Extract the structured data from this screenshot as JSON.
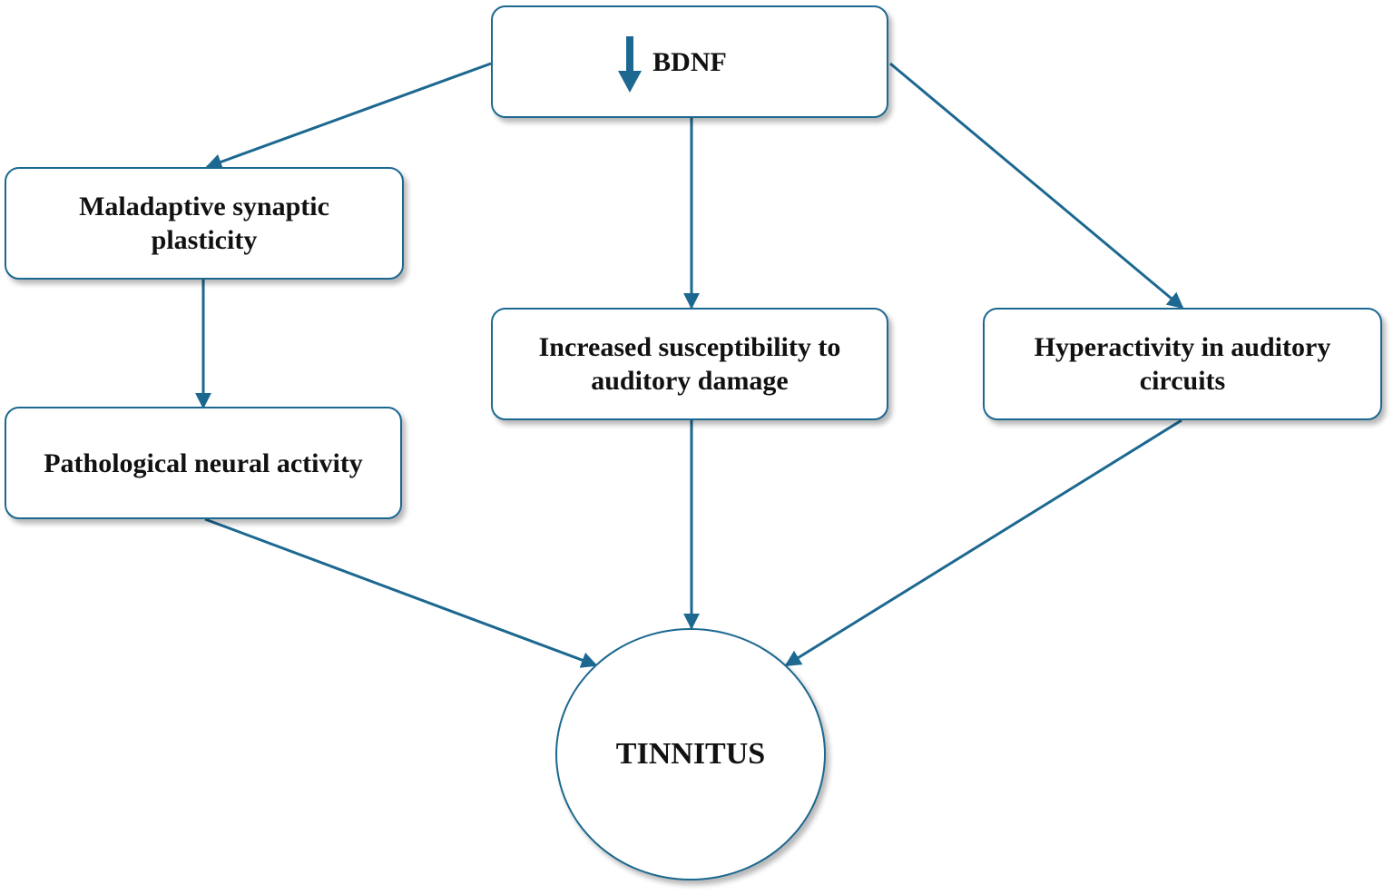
{
  "diagram": {
    "accent_color": "#1c6890",
    "nodes": {
      "bdnf": {
        "label": "BDNF",
        "icon": "down-arrow-icon"
      },
      "maladaptive": {
        "label": "Maladaptive synaptic plasticity"
      },
      "pathological": {
        "label": "Pathological neural activity"
      },
      "susceptibility": {
        "label": "Increased susceptibility to auditory damage"
      },
      "hyperactivity": {
        "label": "Hyperactivity in auditory circuits"
      },
      "tinnitus": {
        "label": "TINNITUS"
      }
    },
    "edges": [
      {
        "from": "bdnf",
        "to": "maladaptive"
      },
      {
        "from": "bdnf",
        "to": "susceptibility"
      },
      {
        "from": "bdnf",
        "to": "hyperactivity"
      },
      {
        "from": "maladaptive",
        "to": "pathological"
      },
      {
        "from": "pathological",
        "to": "tinnitus"
      },
      {
        "from": "susceptibility",
        "to": "tinnitus"
      },
      {
        "from": "hyperactivity",
        "to": "tinnitus"
      }
    ]
  }
}
